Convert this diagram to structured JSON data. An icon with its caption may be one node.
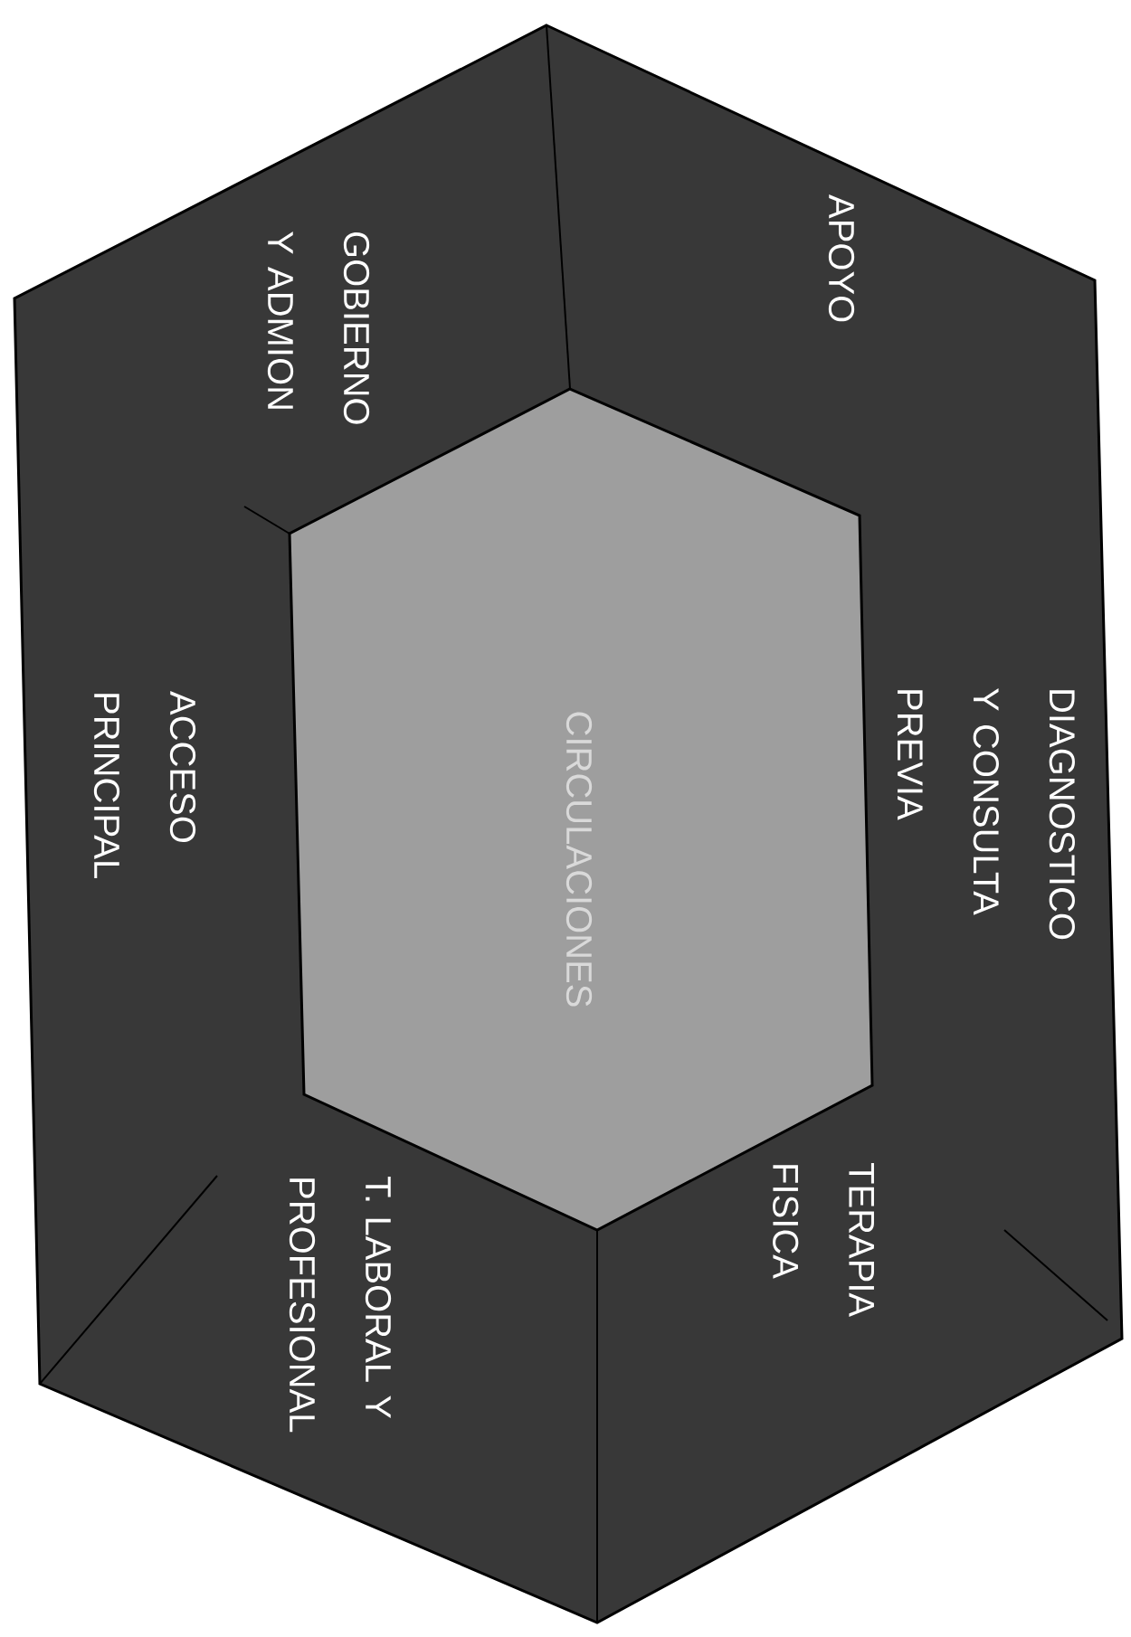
{
  "diagram": {
    "nodes": [
      {
        "text": [],
        "shape": "hexagon"
      },
      {
        "text": [
          "CIRCULACIONES"
        ],
        "in": 0
      }
    ],
    "labels": [
      "GOBIERNO Y ADMION",
      "APOYO",
      "ACCESO PRINCIPAL",
      "DIAGNOSTICO Y CONSULTA PREVIA",
      "T. LABORAL Y PROFESIONAL",
      "TERAPIA FISICA"
    ]
  }
}
